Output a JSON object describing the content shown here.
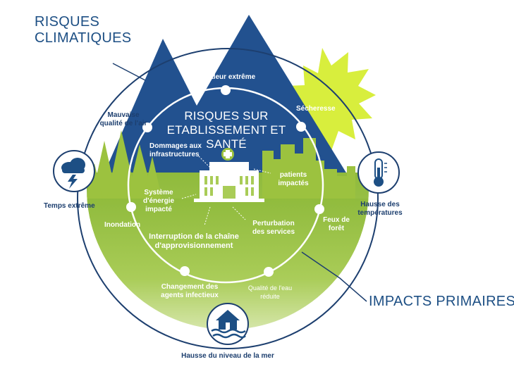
{
  "header": {
    "risques_climatiques": "RISQUES\nCLIMATIQUES",
    "impacts_primaires": "IMPACTS PRIMAIRES"
  },
  "center": {
    "title": "RISQUES SUR\nETABLISSEMENT ET SANTÉ"
  },
  "outer_labels": {
    "temps_extreme": "Temps extrême",
    "hausse_temperatures": "Hausse des\ntempératures",
    "hausse_niveau_mer": "Hausse du niveau de la mer"
  },
  "primary_impacts": {
    "chaleur": "Chaleur extrême",
    "secheresse": "Sécheresse",
    "mauvaise_qualite_air": "Mauvaise\nqualité de l'air",
    "feux": "Feux de\nforêt",
    "inondation": "Inondation",
    "agents_infectieux": "Changement des\nagents infectieux",
    "qualite_eau": "Qualité de l'eau\nréduite"
  },
  "health_risks": {
    "dommages": "Dommages aux\ninfrastructures",
    "patients": "patients\nimpactés",
    "energie": "Système\nd'énergie\nimpacté",
    "perturbation": "Perturbation\ndes services",
    "approvisionnement": "Interruption de la chaîne\nd'approvisionnement"
  },
  "colors": {
    "navy": "#1d3f6f",
    "mountain": "#22518f",
    "green_dark": "#6d9b2f",
    "green_light": "#c9de8a",
    "sun": "#d9ef3e",
    "forest": "#9cc23f"
  }
}
